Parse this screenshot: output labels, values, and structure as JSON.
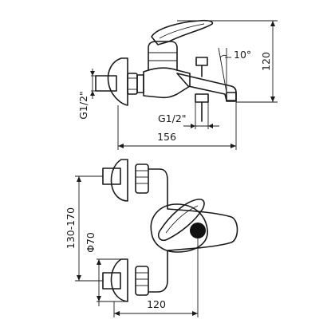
{
  "dimensions": {
    "side_view": {
      "height": "120",
      "lever_angle": "10°",
      "inlet_thread": "G1/2\"",
      "outlet_thread": "G1/2\"",
      "projection": "156"
    },
    "front_view": {
      "center_distance": "130-170",
      "rosette_diameter": "Φ70",
      "depth": "120"
    }
  },
  "colors": {
    "line": "#1a1a1a",
    "background": "#ffffff"
  }
}
